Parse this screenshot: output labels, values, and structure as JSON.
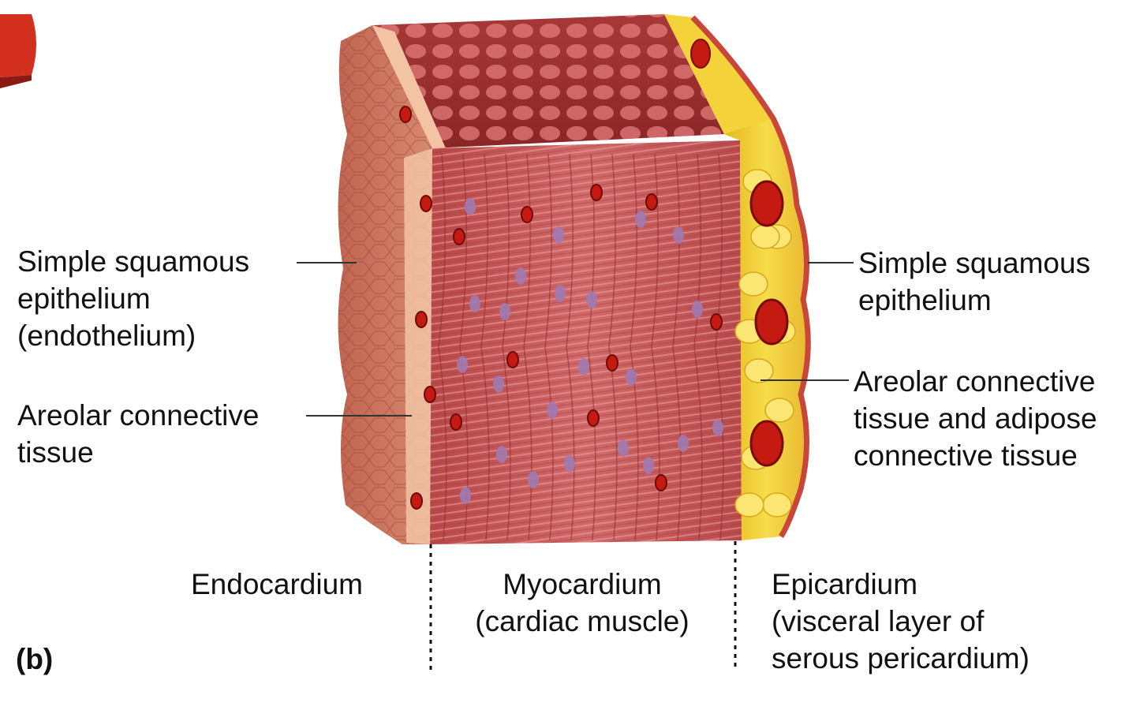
{
  "panel_letter": "(b)",
  "left_labels": {
    "endothelium": [
      "Simple squamous",
      "epithelium",
      "(endothelium)"
    ],
    "areolar": [
      "Areolar connective",
      "tissue"
    ]
  },
  "right_labels": {
    "epithelium": [
      "Simple squamous",
      "epithelium"
    ],
    "areolar_adipose": [
      "Areolar connective",
      "tissue and adipose",
      "connective tissue"
    ]
  },
  "layers": {
    "endocardium": [
      "Endocardium"
    ],
    "myocardium": [
      "Myocardium",
      "(cardiac muscle)"
    ],
    "epicardium": [
      "Epicardium",
      "(visceral layer of",
      "serous pericardium)"
    ]
  },
  "colors": {
    "muscle": "#c65a5a",
    "muscle_dark": "#8f2a2a",
    "endothelium": "#f2c4a4",
    "adipose": "#f3d23a",
    "vessel": "#c41a12",
    "nucleus": "#a07ab0"
  }
}
